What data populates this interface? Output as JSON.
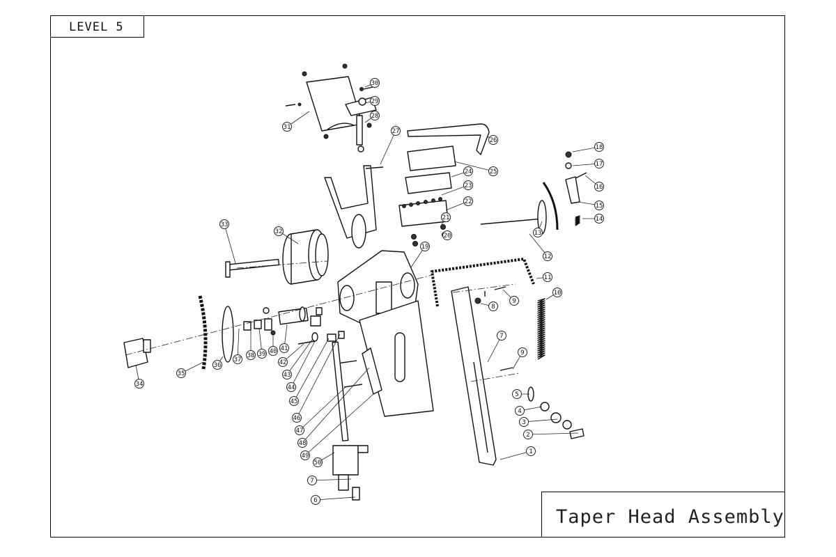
{
  "level_label": "LEVEL 5",
  "title": "Taper Head Assembly",
  "callouts": [
    "1",
    "2",
    "3",
    "4",
    "5",
    "6",
    "7",
    "7",
    "8",
    "9",
    "9",
    "10",
    "11",
    "12",
    "13",
    "14",
    "15",
    "16",
    "17",
    "18",
    "19",
    "20",
    "21",
    "22",
    "23",
    "24",
    "25",
    "26",
    "27",
    "28",
    "29",
    "30",
    "31",
    "32",
    "33",
    "34",
    "35",
    "36",
    "37",
    "38",
    "39",
    "40",
    "41",
    "42",
    "43",
    "44",
    "45",
    "46",
    "47",
    "48",
    "49",
    "50"
  ]
}
